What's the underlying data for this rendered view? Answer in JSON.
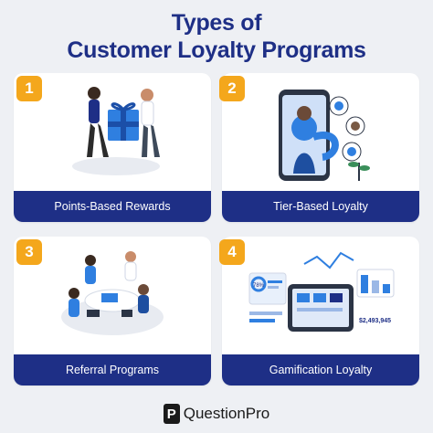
{
  "title": {
    "line1": "Types of",
    "line2": "Customer Loyalty Programs"
  },
  "cards": [
    {
      "number": "1",
      "label": "Points-Based Rewards",
      "icon": "gift-exchange-illustration"
    },
    {
      "number": "2",
      "label": "Tier-Based Loyalty",
      "icon": "phone-network-illustration"
    },
    {
      "number": "3",
      "label": "Referral Programs",
      "icon": "team-meeting-illustration"
    },
    {
      "number": "4",
      "label": "Gamification Loyalty",
      "icon": "dashboard-tablet-illustration"
    }
  ],
  "illustration_text": {
    "points": "$2,493,945",
    "percent": "78%"
  },
  "logo": {
    "mark": "P",
    "text": "QuestionPro"
  },
  "colors": {
    "brand_blue": "#1e2f86",
    "badge_orange": "#f4a71c",
    "accent_blue": "#2f7fe0",
    "background": "#eef0f4"
  }
}
